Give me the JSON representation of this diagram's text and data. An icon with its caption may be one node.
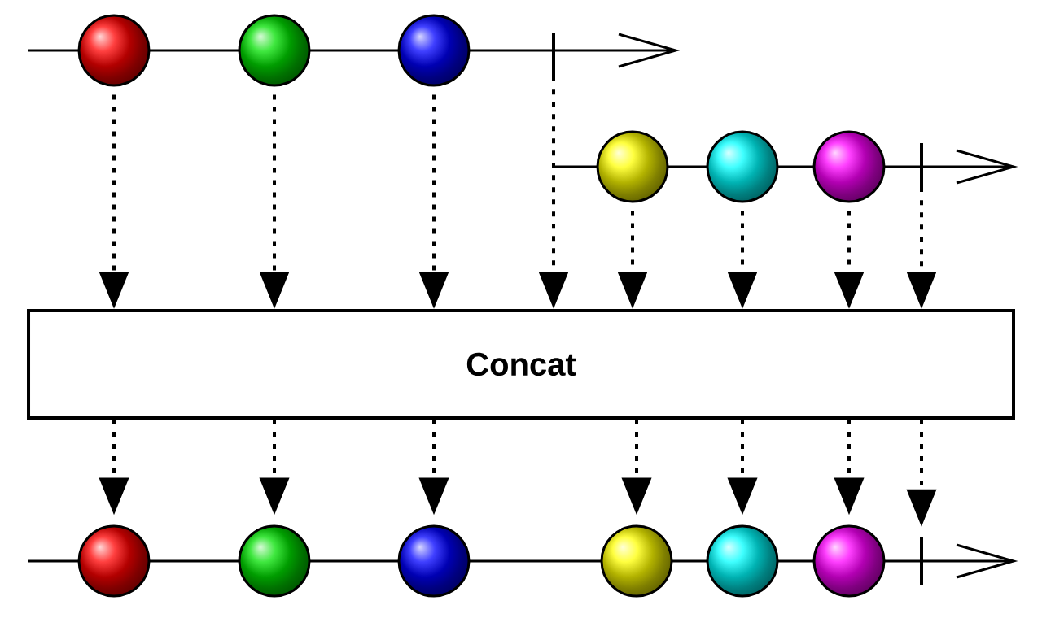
{
  "diagram": {
    "nodes": [
      {
        "text": [
          "Concat"
        ]
      },
      {
        "text": [],
        "shape": "circle"
      },
      {
        "text": [],
        "shape": "circle"
      },
      {
        "text": [],
        "shape": "circle"
      },
      {
        "text": [],
        "shape": "bar"
      },
      {
        "text": [],
        "shape": "circle"
      },
      {
        "text": [],
        "shape": "circle"
      },
      {
        "text": [],
        "shape": "circle"
      },
      {
        "text": [],
        "shape": "bar"
      },
      {
        "text": [],
        "shape": "circle"
      },
      {
        "text": [],
        "shape": "circle"
      },
      {
        "text": [],
        "shape": "circle"
      },
      {
        "text": [],
        "shape": "circle"
      },
      {
        "text": [],
        "shape": "circle"
      },
      {
        "text": [],
        "shape": "circle"
      },
      {
        "text": [],
        "shape": "bar"
      }
    ],
    "edges": [
      {
        "from": 1,
        "to": 0,
        "arrow": "to",
        "style": "dashed"
      },
      {
        "from": 2,
        "to": 0,
        "arrow": "to",
        "style": "dashed"
      },
      {
        "from": 3,
        "to": 0,
        "arrow": "to",
        "style": "dashed"
      },
      {
        "from": 4,
        "to": 0,
        "arrow": "to",
        "style": "dashed"
      },
      {
        "from": 5,
        "to": 0,
        "arrow": "to",
        "style": "dashed"
      },
      {
        "from": 6,
        "to": 0,
        "arrow": "to",
        "style": "dashed"
      },
      {
        "from": 7,
        "to": 0,
        "arrow": "to",
        "style": "dashed"
      },
      {
        "from": 8,
        "to": 0,
        "arrow": "to",
        "style": "dashed"
      },
      {
        "from": 0,
        "to": 9,
        "arrow": "to",
        "style": "dashed"
      },
      {
        "from": 0,
        "to": 10,
        "arrow": "to",
        "style": "dashed"
      },
      {
        "from": 0,
        "to": 11,
        "arrow": "to",
        "style": "dashed"
      },
      {
        "from": 0,
        "to": 12,
        "arrow": "to",
        "style": "dashed"
      },
      {
        "from": 0,
        "to": 13,
        "arrow": "to",
        "style": "dashed"
      },
      {
        "from": 0,
        "to": 14,
        "arrow": "to",
        "style": "dashed"
      },
      {
        "from": 0,
        "to": 15,
        "arrow": "to",
        "style": "dashed"
      }
    ]
  }
}
